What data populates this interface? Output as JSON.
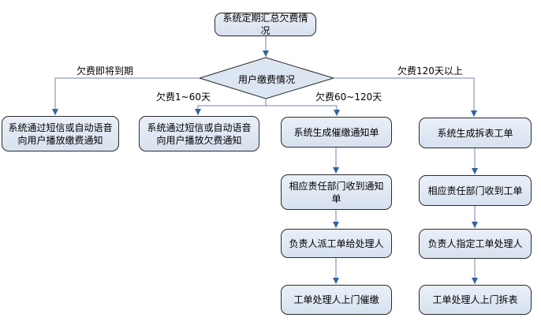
{
  "flowchart": {
    "start": "系统定期汇总欠费情况",
    "decision": "用户缴费情况",
    "branch_labels": {
      "due_soon": "欠费即将到期",
      "days_1_60": "欠费1~60天",
      "days_60_120": "欠费60~120天",
      "days_120_plus": "欠费120天以上"
    },
    "branch_due_soon_box": "系统通过短信或自动语音向用户播放缴费通知",
    "branch_1_60_box": "系统通过短信或自动语音向用户播放欠费通知",
    "branch_60_120_steps": [
      "系统生成催缴通知单",
      "相应责任部门收到通知单",
      "负责人派工单给处理人",
      "工单处理人上门催缴"
    ],
    "branch_120_plus_steps": [
      "系统生成拆表工单",
      "相应责任部门收到工单",
      "负责人指定工单处理人",
      "工单处理人上门拆表"
    ]
  },
  "colors": {
    "node_fill": "#dce6f2",
    "node_border": "#2b2b2b",
    "connector": "#7086ad",
    "arrowhead": "#31639c"
  }
}
